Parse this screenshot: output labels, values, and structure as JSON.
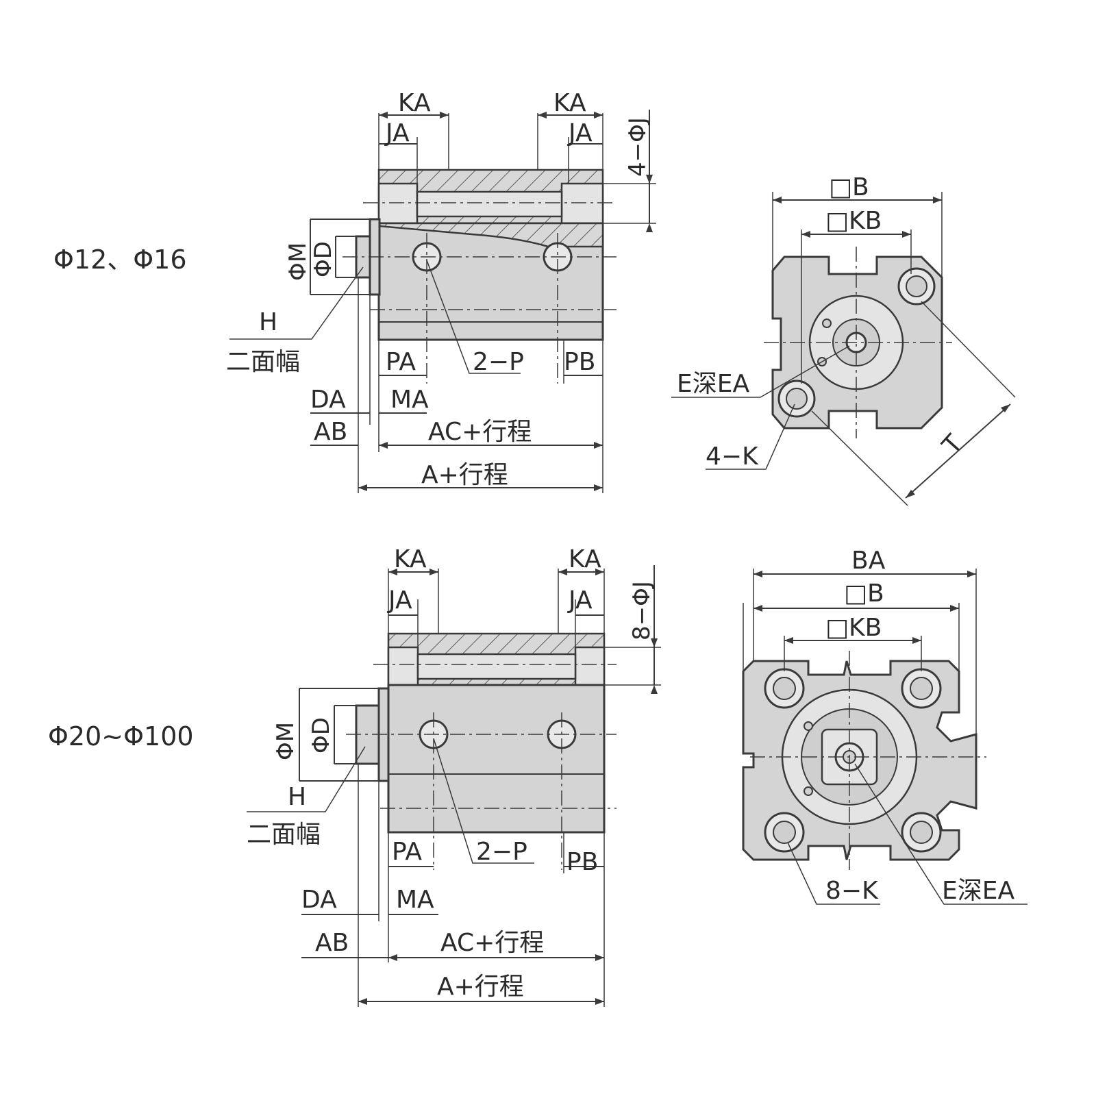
{
  "variant_top": {
    "title": "Φ12、Φ16",
    "side_view": {
      "ka_left": "KA",
      "ka_right": "KA",
      "ja_left": "JA",
      "ja_right": "JA",
      "holes": "4−ΦJ",
      "dia_m": "ΦM",
      "dia_d": "ΦD",
      "h": "H",
      "wrench_flats": "二面幅",
      "pa": "PA",
      "pb": "PB",
      "ports": "2−P",
      "ma": "MA",
      "da": "DA",
      "ab": "AB",
      "ac_stroke": "AC+行程",
      "a_stroke": "A+行程"
    },
    "end_view": {
      "b": "□B",
      "kb": "□KB",
      "e_depth": "E深EA",
      "k_holes": "4−K",
      "t": "T"
    }
  },
  "variant_bottom": {
    "title": "Φ20~Φ100",
    "side_view": {
      "ka_left": "KA",
      "ka_right": "KA",
      "ja_left": "JA",
      "ja_right": "JA",
      "holes": "8−ΦJ",
      "dia_m": "ΦM",
      "dia_d": "ΦD",
      "h": "H",
      "wrench_flats": "二面幅",
      "pa": "PA",
      "pb": "PB",
      "ports": "2−P",
      "ma": "MA",
      "da": "DA",
      "ab": "AB",
      "ac_stroke": "AC+行程",
      "a_stroke": "A+行程"
    },
    "end_view": {
      "ba": "BA",
      "b": "□B",
      "kb": "□KB",
      "k_holes": "8−K",
      "e_depth": "E深EA"
    }
  }
}
